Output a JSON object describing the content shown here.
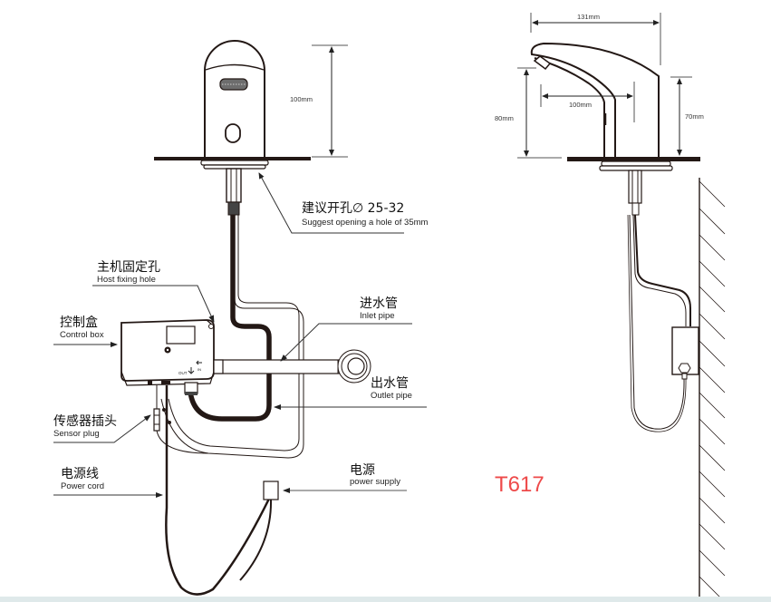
{
  "diagram": {
    "title": "T617 sensor faucet installation diagram",
    "model": "T617",
    "model_color": "#ee4a4a",
    "front_view": {
      "height_dim": "100mm"
    },
    "side_view": {
      "width_dim": "131mm",
      "reach_dim": "100mm",
      "spout_height_dim": "80mm",
      "body_height_dim": "70mm"
    },
    "labels": {
      "hole": {
        "cn": "建议开孔∅ 25-32",
        "en": "Suggest opening a hole of 35mm"
      },
      "host_fixing": {
        "cn": "主机固定孔",
        "en": "Host fixing hole"
      },
      "control_box": {
        "cn": "控制盒",
        "en": "Control box"
      },
      "inlet": {
        "cn": "进水管",
        "en": "Inlet pipe"
      },
      "outlet": {
        "cn": "出水管",
        "en": "Outlet pipe"
      },
      "sensor_plug": {
        "cn": "传感器插头",
        "en": "Sensor plug"
      },
      "power_cord": {
        "cn": "电源线",
        "en": "Power cord"
      },
      "power_supply": {
        "cn": "电源",
        "en": "power supply"
      }
    },
    "box_marks": {
      "out": "OUT",
      "in": "IN"
    }
  }
}
